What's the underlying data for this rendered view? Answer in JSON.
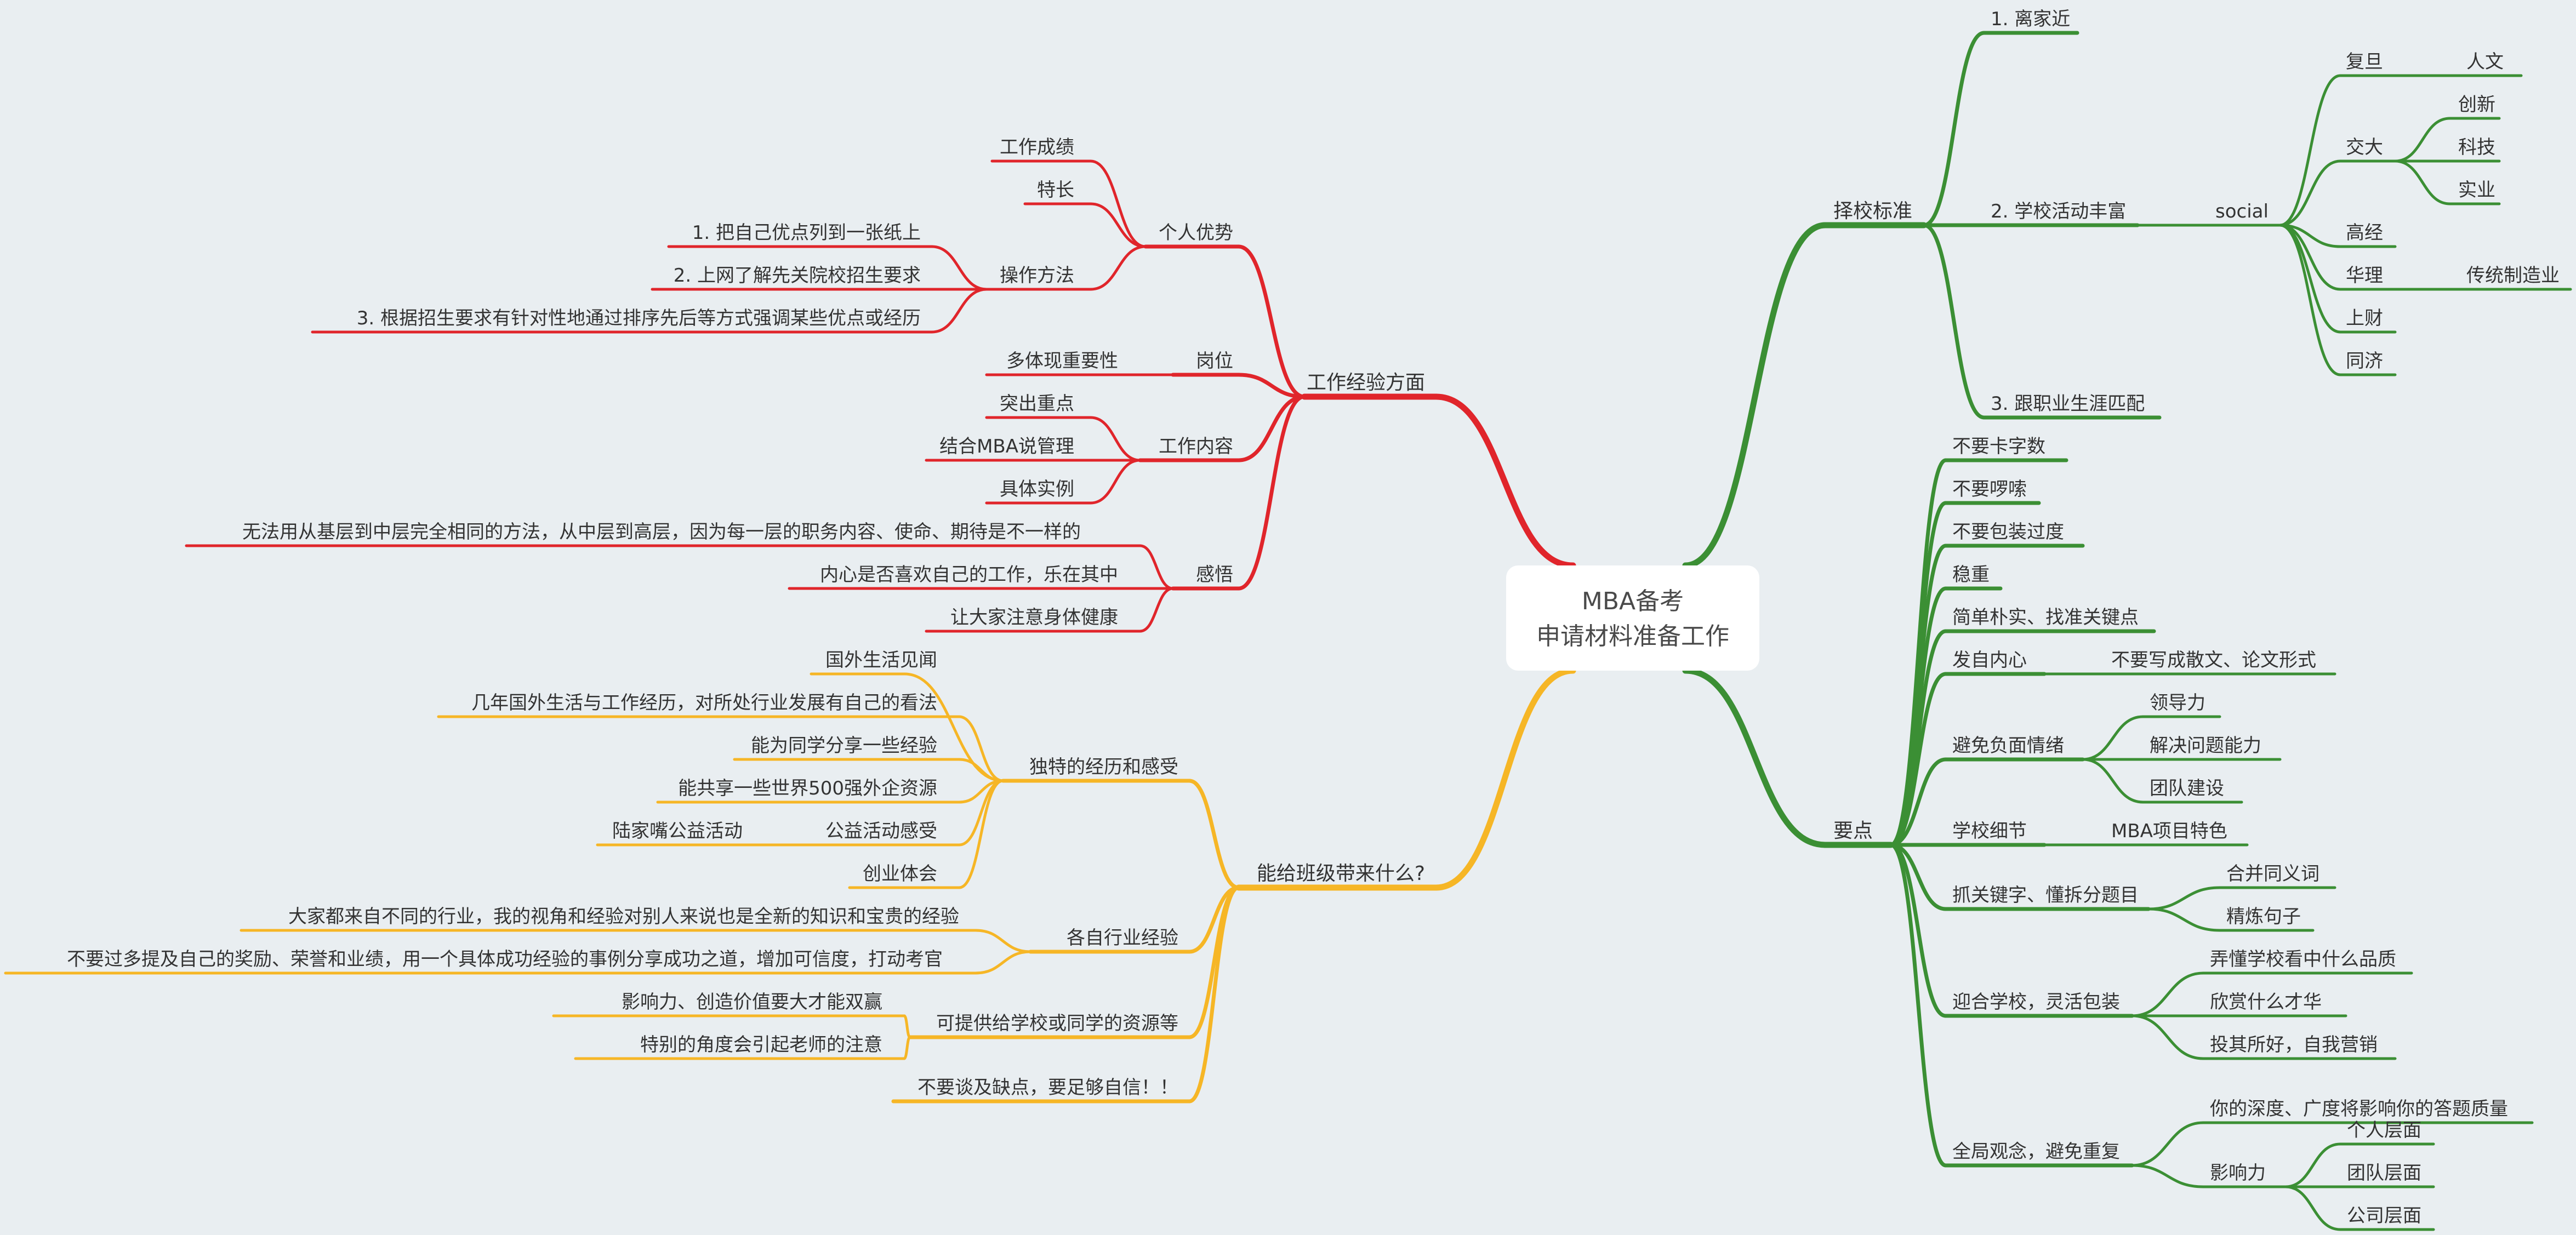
{
  "colors": {
    "background": "#e9eef1",
    "left_top": "#e0252b",
    "left_bottom": "#f6b626",
    "right": "#3b8f34",
    "text": "#333333"
  },
  "root": {
    "line1": "MBA备考",
    "line2": "申请材料准备工作"
  },
  "branches": [
    {
      "id": "b1",
      "label": "工作经验方面",
      "color_key": "left_top",
      "side": "left",
      "children": [
        {
          "id": "b1a",
          "label": "个人优势",
          "children": [
            {
              "id": "b1a1",
              "label": "工作成绩"
            },
            {
              "id": "b1a2",
              "label": "特长"
            },
            {
              "id": "b1a3",
              "label": "操作方法",
              "children": [
                {
                  "id": "b1a3a",
                  "label": "1. 把自己优点列到一张纸上"
                },
                {
                  "id": "b1a3b",
                  "label": "2. 上网了解先关院校招生要求"
                },
                {
                  "id": "b1a3c",
                  "label": "3. 根据招生要求有针对性地通过排序先后等方式强调某些优点或经历"
                }
              ]
            }
          ]
        },
        {
          "id": "b1b",
          "label": "岗位",
          "children": [
            {
              "id": "b1b1",
              "label": "多体现重要性"
            }
          ]
        },
        {
          "id": "b1c",
          "label": "工作内容",
          "children": [
            {
              "id": "b1c1",
              "label": "突出重点"
            },
            {
              "id": "b1c2",
              "label": "结合MBA说管理"
            },
            {
              "id": "b1c3",
              "label": "具体实例"
            }
          ]
        },
        {
          "id": "b1d",
          "label": "感悟",
          "children": [
            {
              "id": "b1d1",
              "label": "无法用从基层到中层完全相同的方法，从中层到高层，因为每一层的职务内容、使命、期待是不一样的"
            },
            {
              "id": "b1d2",
              "label": "内心是否喜欢自己的工作，乐在其中"
            },
            {
              "id": "b1d3",
              "label": "让大家注意身体健康"
            }
          ]
        }
      ]
    },
    {
      "id": "b2",
      "label": "能给班级带来什么?",
      "color_key": "left_bottom",
      "side": "left",
      "children": [
        {
          "id": "b2a",
          "label": "独特的经历和感受",
          "children": [
            {
              "id": "b2a1",
              "label": "国外生活见闻"
            },
            {
              "id": "b2a2",
              "label": "几年国外生活与工作经历，对所处行业发展有自己的看法"
            },
            {
              "id": "b2a3",
              "label": "能为同学分享一些经验"
            },
            {
              "id": "b2a4",
              "label": "能共享一些世界500强外企资源"
            },
            {
              "id": "b2a5",
              "label": "公益活动感受",
              "children": [
                {
                  "id": "b2a5a",
                  "label": "陆家嘴公益活动"
                }
              ]
            },
            {
              "id": "b2a6",
              "label": "创业体会"
            }
          ]
        },
        {
          "id": "b2b",
          "label": "各自行业经验",
          "children": [
            {
              "id": "b2b1",
              "label": "大家都来自不同的行业，我的视角和经验对别人来说也是全新的知识和宝贵的经验"
            },
            {
              "id": "b2b2",
              "label": "不要过多提及自己的奖励、荣誉和业绩，用一个具体成功经验的事例分享成功之道，增加可信度，打动考官"
            }
          ]
        },
        {
          "id": "b2c",
          "label": "可提供给学校或同学的资源等",
          "children": [
            {
              "id": "b2c1",
              "label": "影响力、创造价值要大才能双赢"
            },
            {
              "id": "b2c2",
              "label": "特别的角度会引起老师的注意"
            }
          ]
        },
        {
          "id": "b2d",
          "label": "不要谈及缺点，要足够自信！！"
        }
      ]
    },
    {
      "id": "b3",
      "label": "择校标准",
      "color_key": "right",
      "side": "right",
      "children": [
        {
          "id": "b3a",
          "label": "1. 离家近"
        },
        {
          "id": "b3b",
          "label": "2. 学校活动丰富",
          "children": [
            {
              "id": "b3b1",
              "label": "social",
              "children": [
                {
                  "id": "b3b1a",
                  "label": "复旦",
                  "children": [
                    {
                      "id": "b3b1a1",
                      "label": "人文"
                    }
                  ]
                },
                {
                  "id": "b3b1b",
                  "label": "交大",
                  "children": [
                    {
                      "id": "b3b1b1",
                      "label": "创新"
                    },
                    {
                      "id": "b3b1b2",
                      "label": "科技"
                    },
                    {
                      "id": "b3b1b3",
                      "label": "实业"
                    }
                  ]
                },
                {
                  "id": "b3b1c",
                  "label": "高经"
                },
                {
                  "id": "b3b1d",
                  "label": "华理",
                  "children": [
                    {
                      "id": "b3b1d1",
                      "label": "传统制造业"
                    }
                  ]
                },
                {
                  "id": "b3b1e",
                  "label": "上财"
                },
                {
                  "id": "b3b1f",
                  "label": "同济"
                }
              ]
            }
          ]
        },
        {
          "id": "b3c",
          "label": "3. 跟职业生涯匹配"
        }
      ]
    },
    {
      "id": "b4",
      "label": "要点",
      "color_key": "right",
      "side": "right",
      "children": [
        {
          "id": "b4a",
          "label": "不要卡字数"
        },
        {
          "id": "b4b",
          "label": "不要啰嗦"
        },
        {
          "id": "b4c",
          "label": "不要包装过度"
        },
        {
          "id": "b4d",
          "label": "稳重"
        },
        {
          "id": "b4e",
          "label": "简单朴实、找准关键点"
        },
        {
          "id": "b4f",
          "label": "发自内心",
          "children": [
            {
              "id": "b4f1",
              "label": "不要写成散文、论文形式"
            }
          ]
        },
        {
          "id": "b4g",
          "label": "避免负面情绪",
          "children": [
            {
              "id": "b4g1",
              "label": "领导力"
            },
            {
              "id": "b4g2",
              "label": "解决问题能力"
            },
            {
              "id": "b4g3",
              "label": "团队建设"
            }
          ]
        },
        {
          "id": "b4h",
          "label": "学校细节",
          "children": [
            {
              "id": "b4h1",
              "label": "MBA项目特色"
            }
          ]
        },
        {
          "id": "b4i",
          "label": "抓关键字、懂拆分题目",
          "children": [
            {
              "id": "b4i1",
              "label": "合并同义词"
            },
            {
              "id": "b4i2",
              "label": "精炼句子"
            }
          ]
        },
        {
          "id": "b4j",
          "label": "迎合学校，灵活包装",
          "children": [
            {
              "id": "b4j1",
              "label": "弄懂学校看中什么品质"
            },
            {
              "id": "b4j2",
              "label": "欣赏什么才华"
            },
            {
              "id": "b4j3",
              "label": "投其所好，自我营销"
            }
          ]
        },
        {
          "id": "b4k",
          "label": "全局观念，避免重复",
          "children": [
            {
              "id": "b4k1",
              "label": "你的深度、广度将影响你的答题质量"
            },
            {
              "id": "b4k2",
              "label": "影响力",
              "children": [
                {
                  "id": "b4k2a",
                  "label": "个人层面"
                },
                {
                  "id": "b4k2b",
                  "label": "团队层面"
                },
                {
                  "id": "b4k2c",
                  "label": "公司层面"
                }
              ]
            }
          ]
        }
      ]
    }
  ]
}
